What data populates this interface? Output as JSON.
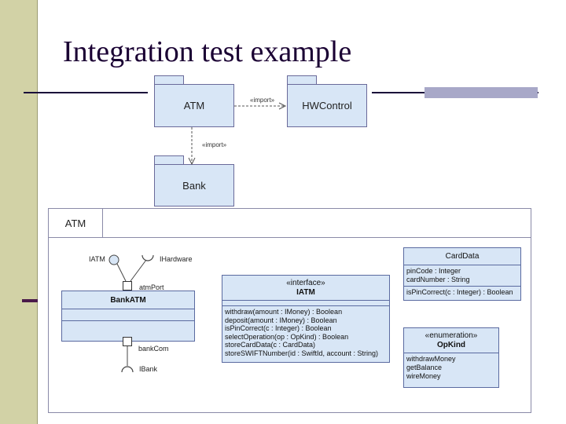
{
  "slide": {
    "title": "Integration test example"
  },
  "packages": {
    "atm": "ATM",
    "hw": "HWControl",
    "bank": "Bank",
    "import_h": "«import»",
    "import_v": "«import»"
  },
  "component": {
    "frame_label": "ATM",
    "iatm_label": "IATM",
    "ihardware_label": "IHardware",
    "atmport_label": "atmPort",
    "bankatm_name": "BankATM",
    "bankcom_label": "bankCom",
    "ibank_label": "IBank"
  },
  "iatm": {
    "stereotype": "«interface»",
    "name": "IATM",
    "ops": [
      "withdraw(amount : IMoney) : Boolean",
      "deposit(amount : IMoney)  : Boolean",
      "isPinCorrect(c : Integer) : Boolean",
      "selectOperation(op : OpKind) : Boolean",
      "storeCardData(c : CardData)",
      "storeSWIFTNumber(id : SwiftId, account : String)"
    ]
  },
  "carddata": {
    "name": "CardData",
    "attrs": [
      "pinCode : Integer",
      "cardNumber : String"
    ],
    "ops": [
      "isPinCorrect(c : Integer) : Boolean"
    ]
  },
  "opkind": {
    "stereotype": "«enumeration»",
    "name": "OpKind",
    "literals": [
      "withdrawMoney",
      "getBalance",
      "wireMoney"
    ]
  }
}
